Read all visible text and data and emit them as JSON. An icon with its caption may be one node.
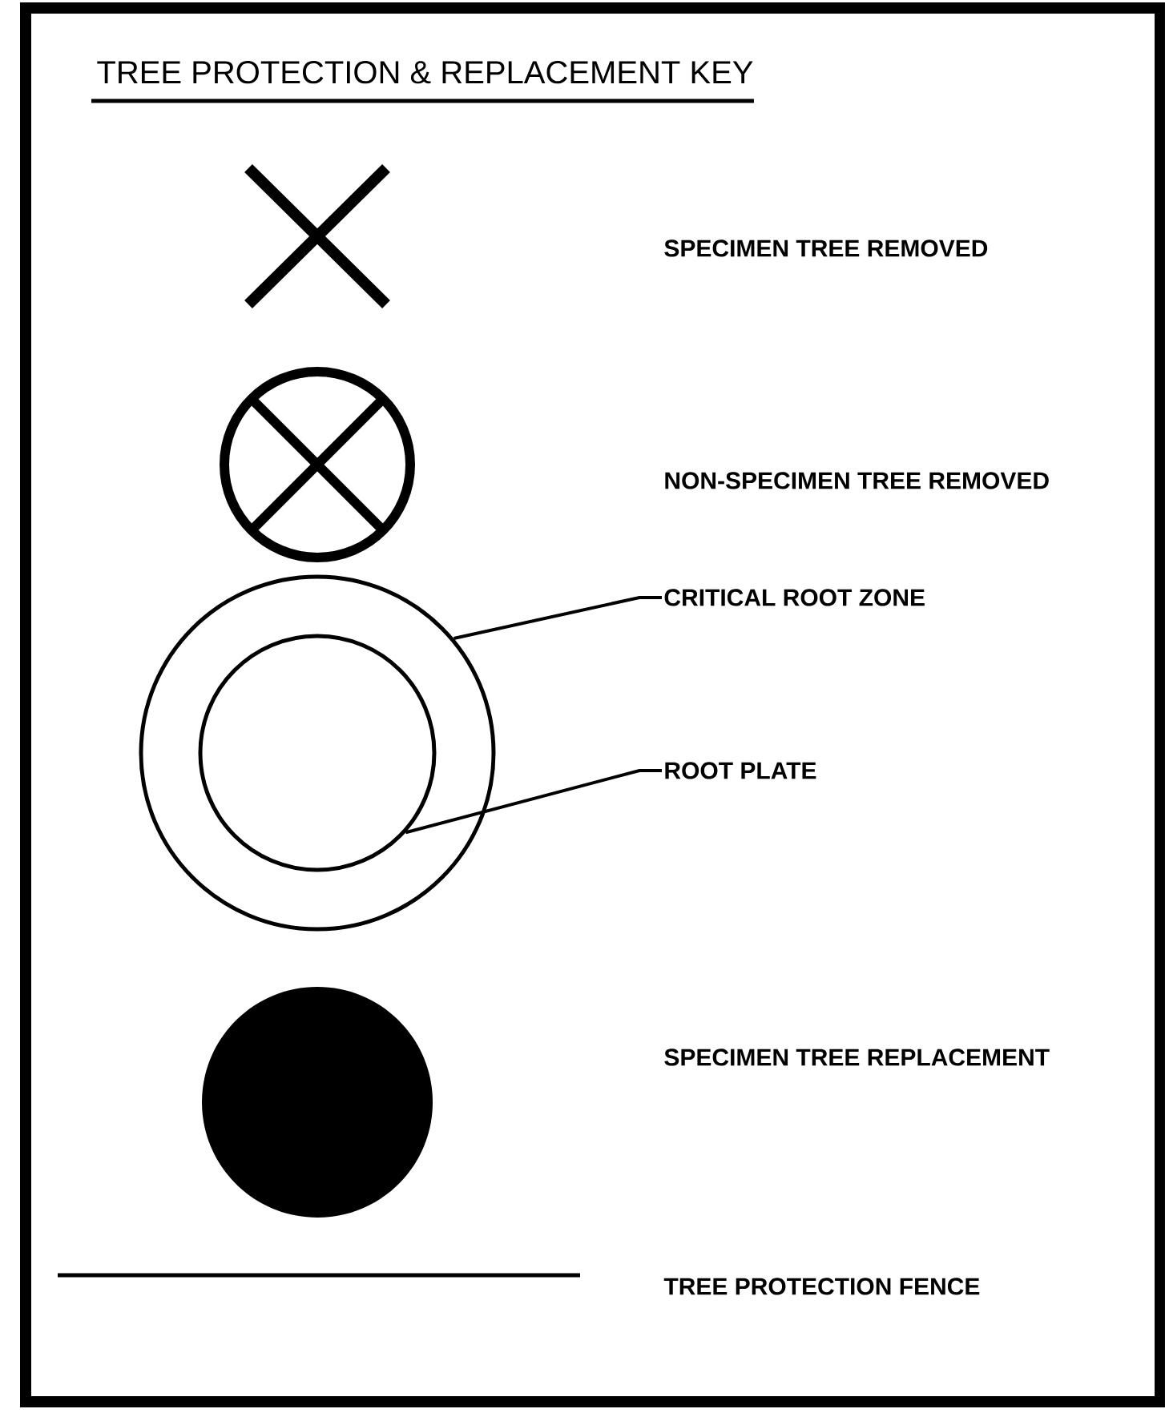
{
  "diagram": {
    "title": "TREE PROTECTION & REPLACEMENT KEY",
    "nodes": [
      {
        "text": [],
        "shape": "circle"
      },
      {
        "text": [],
        "shape": "circle",
        "in": 0
      },
      {
        "text": [
          "CRITICAL ROOT ZONE"
        ]
      },
      {
        "text": [
          "ROOT PLATE"
        ]
      },
      {
        "text": [],
        "shape": "circle"
      }
    ],
    "edges": [
      {
        "from": 2,
        "to": 0,
        "arrow": "none"
      },
      {
        "from": 3,
        "to": 1,
        "arrow": "none"
      }
    ],
    "legend": [
      {
        "text": "SPECIMEN TREE REMOVED"
      },
      {
        "text": "NON-SPECIMEN TREE REMOVED"
      },
      {
        "text": "SPECIMEN TREE REPLACEMENT"
      },
      {
        "text": "TREE PROTECTION FENCE"
      }
    ]
  }
}
